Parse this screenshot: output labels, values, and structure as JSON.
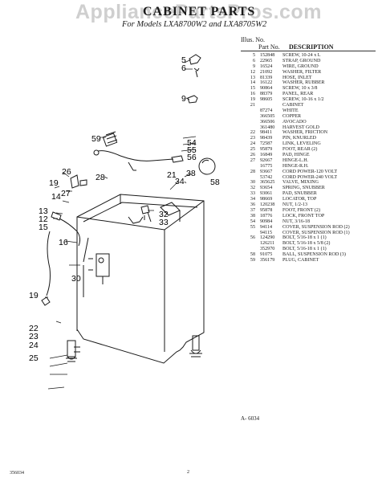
{
  "watermark": "AppliancePartsPros.com",
  "header": {
    "title": "CABINET PARTS",
    "models": "For Models LXA8700W2 and LXA8705W2"
  },
  "table": {
    "col_illus": "Illus. No.",
    "col_part": "Part No.",
    "col_desc": "DESCRIPTION",
    "rows": [
      [
        "5",
        "152848",
        "SCREW, 10-24 x L"
      ],
      [
        "6",
        "22965",
        "STRAP, GROUND"
      ],
      [
        "9",
        "16524",
        "WIRE, GROUND"
      ],
      [
        "12",
        "21092",
        "WASHER, FILTER"
      ],
      [
        "13",
        "81339",
        "HOSE, INLET"
      ],
      [
        "14",
        "16122",
        "WASHER, RUBBER"
      ],
      [
        "15",
        "90864",
        "SCREW, 10 x 3/8"
      ],
      [
        "16",
        "88379",
        "PANEL, REAR"
      ],
      [
        "19",
        "98605",
        "SCREW, 10-16 x 1/2"
      ],
      [
        "21",
        "",
        "CABINET"
      ],
      [
        "",
        "87274",
        "WHITE"
      ],
      [
        "",
        "366505",
        "COPPER"
      ],
      [
        "",
        "366506",
        "AVOCADO"
      ],
      [
        "",
        "361480",
        "HARVEST GOLD"
      ],
      [
        "22",
        "98411",
        "WASHER, FRICTION"
      ],
      [
        "23",
        "98439",
        "PIN, KNURLED"
      ],
      [
        "24",
        "72587",
        "LINK, LEVELING"
      ],
      [
        "25",
        "95879",
        "FOOT, REAR (2)"
      ],
      [
        "26",
        "16849",
        "PAD, HINGE"
      ],
      [
        "27",
        "92667",
        "HINGE-L.H."
      ],
      [
        "",
        "16775",
        "HINGE-R.H."
      ],
      [
        "28",
        "93667",
        "CORD POWER-120 VOLT"
      ],
      [
        "",
        "53742",
        "CORD POWER-240 VOLT"
      ],
      [
        "30",
        "365625",
        "VALVE, MIXING"
      ],
      [
        "32",
        "93654",
        "SPRING, SNUBBER"
      ],
      [
        "33",
        "93061",
        "PAD, SNUBBER"
      ],
      [
        "34",
        "98669",
        "LOCATOR, TOP"
      ],
      [
        "36",
        "120238",
        "NUT, 1/2-13"
      ],
      [
        "37",
        "95878",
        "FOOT, FRONT (2)"
      ],
      [
        "38",
        "18776",
        "LOCK, FRONT TOP"
      ],
      [
        "54",
        "90984",
        "NUT, 3/16-18"
      ],
      [
        "55",
        "94114",
        "COVER, SUSPENSION ROD (2)"
      ],
      [
        "",
        "94115",
        "COVER, SUSPENSION ROD (1)"
      ],
      [
        "56",
        "124290",
        "BOLT, 5/16-18 x 1 (1)"
      ],
      [
        "",
        "126211",
        "BOLT, 5/16-18 x 5/8 (2)"
      ],
      [
        "",
        "352970",
        "BOLT, 5/16-18 x 1 (1)"
      ],
      [
        "58",
        "91075",
        "BALL, SUSPENSION ROD (3)"
      ],
      [
        "59",
        "356179",
        "PLUG, CABINET"
      ]
    ]
  },
  "callouts": [
    "5",
    "6",
    "9",
    "59",
    "54",
    "55",
    "56",
    "26",
    "28",
    "21",
    "38",
    "19",
    "27",
    "58",
    "34",
    "14",
    "13",
    "12",
    "15",
    "32",
    "33",
    "16",
    "30",
    "19",
    "22",
    "23",
    "24",
    "25"
  ],
  "figure_no": "A- 6034",
  "footer": {
    "code": "356034",
    "page": "2"
  }
}
